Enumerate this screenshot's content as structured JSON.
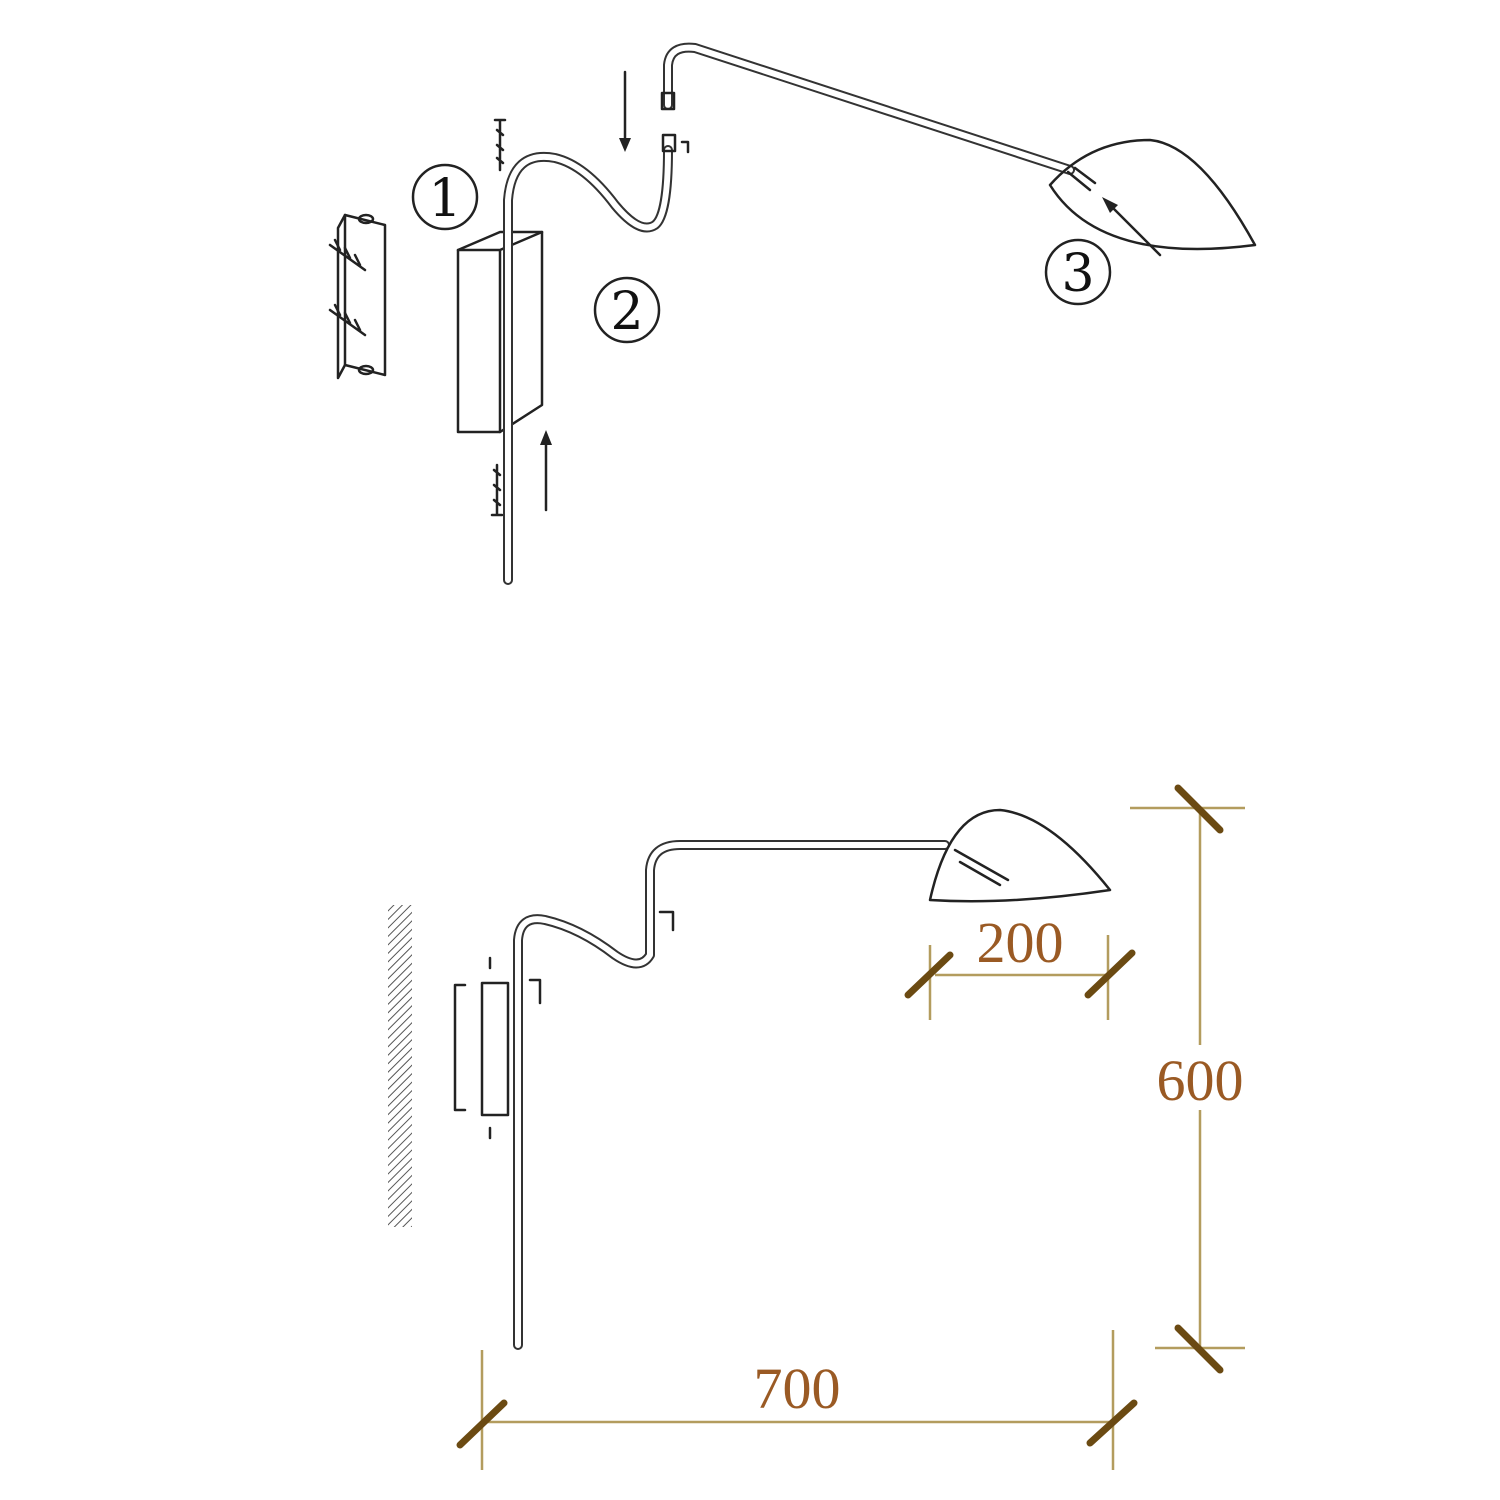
{
  "steps": {
    "step1": "1",
    "step2": "2",
    "step3": "3"
  },
  "dimensions": {
    "shade_width": "200",
    "height": "600",
    "reach": "700"
  },
  "colors": {
    "line": "#222222",
    "dimension_text": "#9a5a24",
    "dimension_line": "#b39c5e",
    "dimension_tick": "#6b4a12"
  }
}
